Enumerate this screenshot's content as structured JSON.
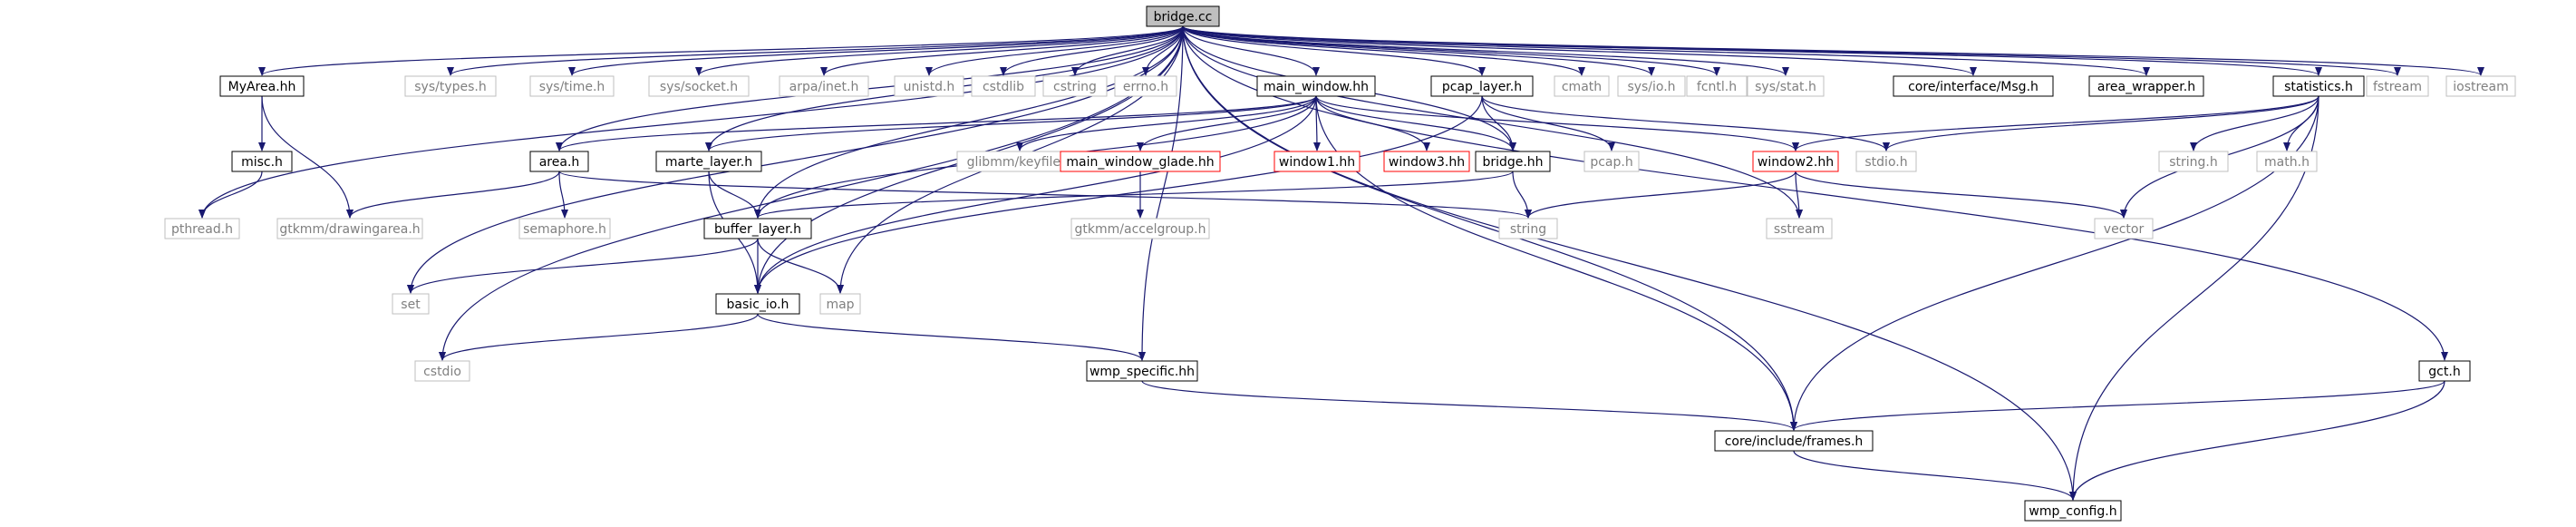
{
  "root": "bridge.cc",
  "colors": {
    "edge": "#191970",
    "box_black": "#000000",
    "box_gray": "#bfbfbf",
    "box_red": "#ff0000",
    "root_fill": "#bfbfbf",
    "text_dark": "#000000",
    "text_gray": "#808080"
  },
  "nodes": [
    {
      "id": "bridge_cc",
      "label": "bridge.cc",
      "style": "root"
    },
    {
      "id": "MyArea_hh",
      "label": "MyArea.hh",
      "style": "black"
    },
    {
      "id": "sys_types_h",
      "label": "sys/types.h",
      "style": "gray"
    },
    {
      "id": "sys_time_h",
      "label": "sys/time.h",
      "style": "gray"
    },
    {
      "id": "sys_socket_h",
      "label": "sys/socket.h",
      "style": "gray"
    },
    {
      "id": "arpa_inet_h",
      "label": "arpa/inet.h",
      "style": "gray"
    },
    {
      "id": "unistd_h",
      "label": "unistd.h",
      "style": "gray"
    },
    {
      "id": "cstdlib",
      "label": "cstdlib",
      "style": "gray"
    },
    {
      "id": "cstring",
      "label": "cstring",
      "style": "gray"
    },
    {
      "id": "errno_h",
      "label": "errno.h",
      "style": "gray"
    },
    {
      "id": "main_window_hh",
      "label": "main_window.hh",
      "style": "black"
    },
    {
      "id": "pcap_layer_h",
      "label": "pcap_layer.h",
      "style": "black"
    },
    {
      "id": "cmath",
      "label": "cmath",
      "style": "gray"
    },
    {
      "id": "sys_io_h",
      "label": "sys/io.h",
      "style": "gray"
    },
    {
      "id": "fcntl_h",
      "label": "fcntl.h",
      "style": "gray"
    },
    {
      "id": "sys_stat_h",
      "label": "sys/stat.h",
      "style": "gray"
    },
    {
      "id": "core_interface_Msg_h",
      "label": "core/interface/Msg.h",
      "style": "black"
    },
    {
      "id": "area_wrapper_h",
      "label": "area_wrapper.h",
      "style": "black"
    },
    {
      "id": "statistics_h",
      "label": "statistics.h",
      "style": "black"
    },
    {
      "id": "fstream",
      "label": "fstream",
      "style": "gray"
    },
    {
      "id": "iostream",
      "label": "iostream",
      "style": "gray"
    },
    {
      "id": "misc_h",
      "label": "misc.h",
      "style": "black"
    },
    {
      "id": "area_h",
      "label": "area.h",
      "style": "black"
    },
    {
      "id": "marte_layer_h",
      "label": "marte_layer.h",
      "style": "black"
    },
    {
      "id": "glibmm_keyfile_h",
      "label": "glibmm/keyfile.h",
      "style": "gray"
    },
    {
      "id": "main_window_glade_hh",
      "label": "main_window_glade.hh",
      "style": "red"
    },
    {
      "id": "window1_hh",
      "label": "window1.hh",
      "style": "red"
    },
    {
      "id": "window3_hh",
      "label": "window3.hh",
      "style": "red"
    },
    {
      "id": "bridge_hh",
      "label": "bridge.hh",
      "style": "black"
    },
    {
      "id": "pcap_h",
      "label": "pcap.h",
      "style": "gray"
    },
    {
      "id": "window2_hh",
      "label": "window2.hh",
      "style": "red"
    },
    {
      "id": "stdio_h",
      "label": "stdio.h",
      "style": "gray"
    },
    {
      "id": "string_h",
      "label": "string.h",
      "style": "gray"
    },
    {
      "id": "math_h",
      "label": "math.h",
      "style": "gray"
    },
    {
      "id": "pthread_h",
      "label": "pthread.h",
      "style": "gray"
    },
    {
      "id": "gtkmm_drawingarea_h",
      "label": "gtkmm/drawingarea.h",
      "style": "gray"
    },
    {
      "id": "semaphore_h",
      "label": "semaphore.h",
      "style": "gray"
    },
    {
      "id": "buffer_layer_h",
      "label": "buffer_layer.h",
      "style": "black"
    },
    {
      "id": "gtkmm_accelgroup_h",
      "label": "gtkmm/accelgroup.h",
      "style": "gray"
    },
    {
      "id": "string",
      "label": "string",
      "style": "gray"
    },
    {
      "id": "sstream",
      "label": "sstream",
      "style": "gray"
    },
    {
      "id": "vector",
      "label": "vector",
      "style": "gray"
    },
    {
      "id": "set",
      "label": "set",
      "style": "gray"
    },
    {
      "id": "basic_io_h",
      "label": "basic_io.h",
      "style": "black"
    },
    {
      "id": "map",
      "label": "map",
      "style": "gray"
    },
    {
      "id": "cstdio",
      "label": "cstdio",
      "style": "gray"
    },
    {
      "id": "wmp_specific_hh",
      "label": "wmp_specific.hh",
      "style": "black"
    },
    {
      "id": "gct_h",
      "label": "gct.h",
      "style": "black"
    },
    {
      "id": "core_include_frames_h",
      "label": "core/include/frames.h",
      "style": "black"
    },
    {
      "id": "wmp_config_h",
      "label": "wmp_config.h",
      "style": "black"
    }
  ],
  "edges": [
    [
      "bridge_cc",
      "MyArea_hh"
    ],
    [
      "bridge_cc",
      "sys_types_h"
    ],
    [
      "bridge_cc",
      "sys_time_h"
    ],
    [
      "bridge_cc",
      "sys_socket_h"
    ],
    [
      "bridge_cc",
      "arpa_inet_h"
    ],
    [
      "bridge_cc",
      "unistd_h"
    ],
    [
      "bridge_cc",
      "cstdlib"
    ],
    [
      "bridge_cc",
      "cstring"
    ],
    [
      "bridge_cc",
      "errno_h"
    ],
    [
      "bridge_cc",
      "main_window_hh"
    ],
    [
      "bridge_cc",
      "pcap_layer_h"
    ],
    [
      "bridge_cc",
      "cmath"
    ],
    [
      "bridge_cc",
      "sys_io_h"
    ],
    [
      "bridge_cc",
      "fcntl_h"
    ],
    [
      "bridge_cc",
      "sys_stat_h"
    ],
    [
      "bridge_cc",
      "core_interface_Msg_h"
    ],
    [
      "bridge_cc",
      "area_wrapper_h"
    ],
    [
      "bridge_cc",
      "statistics_h"
    ],
    [
      "bridge_cc",
      "fstream"
    ],
    [
      "bridge_cc",
      "iostream"
    ],
    [
      "bridge_cc",
      "pthread_h"
    ],
    [
      "bridge_cc",
      "area_h"
    ],
    [
      "bridge_cc",
      "marte_layer_h"
    ],
    [
      "bridge_cc",
      "buffer_layer_h"
    ],
    [
      "bridge_cc",
      "basic_io_h"
    ],
    [
      "bridge_cc",
      "set"
    ],
    [
      "bridge_cc",
      "map"
    ],
    [
      "bridge_cc",
      "cstdio"
    ],
    [
      "bridge_cc",
      "core_include_frames_h"
    ],
    [
      "bridge_cc",
      "wmp_config_h"
    ],
    [
      "bridge_cc",
      "bridge_hh"
    ],
    [
      "bridge_cc",
      "sstream"
    ],
    [
      "bridge_cc",
      "wmp_specific_hh"
    ],
    [
      "bridge_cc",
      "gct_h"
    ],
    [
      "MyArea_hh",
      "misc_h"
    ],
    [
      "MyArea_hh",
      "gtkmm_drawingarea_h"
    ],
    [
      "misc_h",
      "pthread_h"
    ],
    [
      "main_window_hh",
      "area_h"
    ],
    [
      "main_window_hh",
      "marte_layer_h"
    ],
    [
      "main_window_hh",
      "glibmm_keyfile_h"
    ],
    [
      "main_window_hh",
      "main_window_glade_hh"
    ],
    [
      "main_window_hh",
      "window1_hh"
    ],
    [
      "main_window_hh",
      "window3_hh"
    ],
    [
      "main_window_hh",
      "bridge_hh"
    ],
    [
      "main_window_hh",
      "window2_hh"
    ],
    [
      "main_window_hh",
      "buffer_layer_h"
    ],
    [
      "main_window_hh",
      "basic_io_h"
    ],
    [
      "main_window_hh",
      "core_include_frames_h"
    ],
    [
      "main_window_glade_hh",
      "gtkmm_accelgroup_h"
    ],
    [
      "area_h",
      "gtkmm_drawingarea_h"
    ],
    [
      "area_h",
      "semaphore_h"
    ],
    [
      "area_h",
      "string"
    ],
    [
      "marte_layer_h",
      "buffer_layer_h"
    ],
    [
      "marte_layer_h",
      "basic_io_h"
    ],
    [
      "buffer_layer_h",
      "set"
    ],
    [
      "buffer_layer_h",
      "basic_io_h"
    ],
    [
      "buffer_layer_h",
      "map"
    ],
    [
      "pcap_layer_h",
      "bridge_hh"
    ],
    [
      "pcap_layer_h",
      "pcap_h"
    ],
    [
      "pcap_layer_h",
      "stdio_h"
    ],
    [
      "pcap_layer_h",
      "basic_io_h"
    ],
    [
      "bridge_hh",
      "string"
    ],
    [
      "bridge_hh",
      "buffer_layer_h"
    ],
    [
      "window2_hh",
      "string"
    ],
    [
      "window2_hh",
      "sstream"
    ],
    [
      "window2_hh",
      "vector"
    ],
    [
      "statistics_h",
      "string_h"
    ],
    [
      "statistics_h",
      "math_h"
    ],
    [
      "statistics_h",
      "stdio_h"
    ],
    [
      "statistics_h",
      "vector"
    ],
    [
      "statistics_h",
      "window2_hh"
    ],
    [
      "statistics_h",
      "core_include_frames_h"
    ],
    [
      "statistics_h",
      "wmp_config_h"
    ],
    [
      "basic_io_h",
      "cstdio"
    ],
    [
      "basic_io_h",
      "wmp_specific_hh"
    ],
    [
      "wmp_specific_hh",
      "core_include_frames_h"
    ],
    [
      "gct_h",
      "core_include_frames_h"
    ],
    [
      "gct_h",
      "wmp_config_h"
    ],
    [
      "core_include_frames_h",
      "wmp_config_h"
    ]
  ]
}
